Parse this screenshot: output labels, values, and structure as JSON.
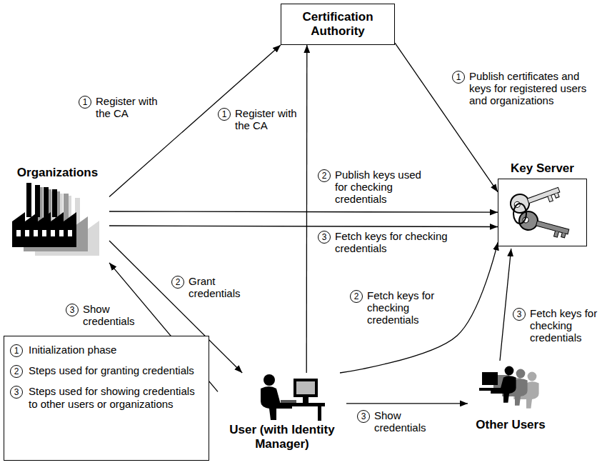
{
  "diagram": {
    "nodes": [
      {
        "text": [
          "Certification Authority"
        ]
      },
      {
        "text": [
          "Organizations"
        ]
      },
      {
        "text": [
          "Key Server"
        ]
      },
      {
        "text": [
          "User (with Identity Manager)"
        ]
      },
      {
        "text": [
          "Other Users"
        ]
      }
    ],
    "edges": [
      {
        "from": 1,
        "to": 0,
        "arrow": "to",
        "label": "Register with the CA"
      },
      {
        "from": 3,
        "to": 0,
        "arrow": "to",
        "label": "Register with the CA"
      },
      {
        "from": 0,
        "to": 2,
        "arrow": "to",
        "label": "Publish certificates and keys for registered users and organizations"
      },
      {
        "from": 1,
        "to": 2,
        "arrow": "to",
        "label": "Publish keys used for checking credentials"
      },
      {
        "from": 1,
        "to": 2,
        "arrow": "to",
        "label": "Fetch keys for checking credentials"
      },
      {
        "from": 1,
        "to": 3,
        "arrow": "to",
        "label": "Grant credentials"
      },
      {
        "from": 3,
        "to": 1,
        "arrow": "to",
        "label": "Show credentials"
      },
      {
        "from": 3,
        "to": 2,
        "arrow": "to",
        "label": "Fetch keys for checking credentials"
      },
      {
        "from": 3,
        "to": 4,
        "arrow": "to",
        "label": "Show credentials"
      },
      {
        "from": 4,
        "to": 2,
        "arrow": "to",
        "label": "Fetch keys for checking credentials"
      }
    ],
    "labels": [
      "1",
      "1",
      "1",
      "2",
      "3",
      "2",
      "3",
      "2",
      "3",
      "3",
      "1",
      "2",
      "3"
    ],
    "legend": [
      {
        "text": "Initialization phase"
      },
      {
        "text": "Steps used for granting credentials"
      },
      {
        "text": "Steps used for showing credentials to other users or organizations"
      }
    ]
  }
}
